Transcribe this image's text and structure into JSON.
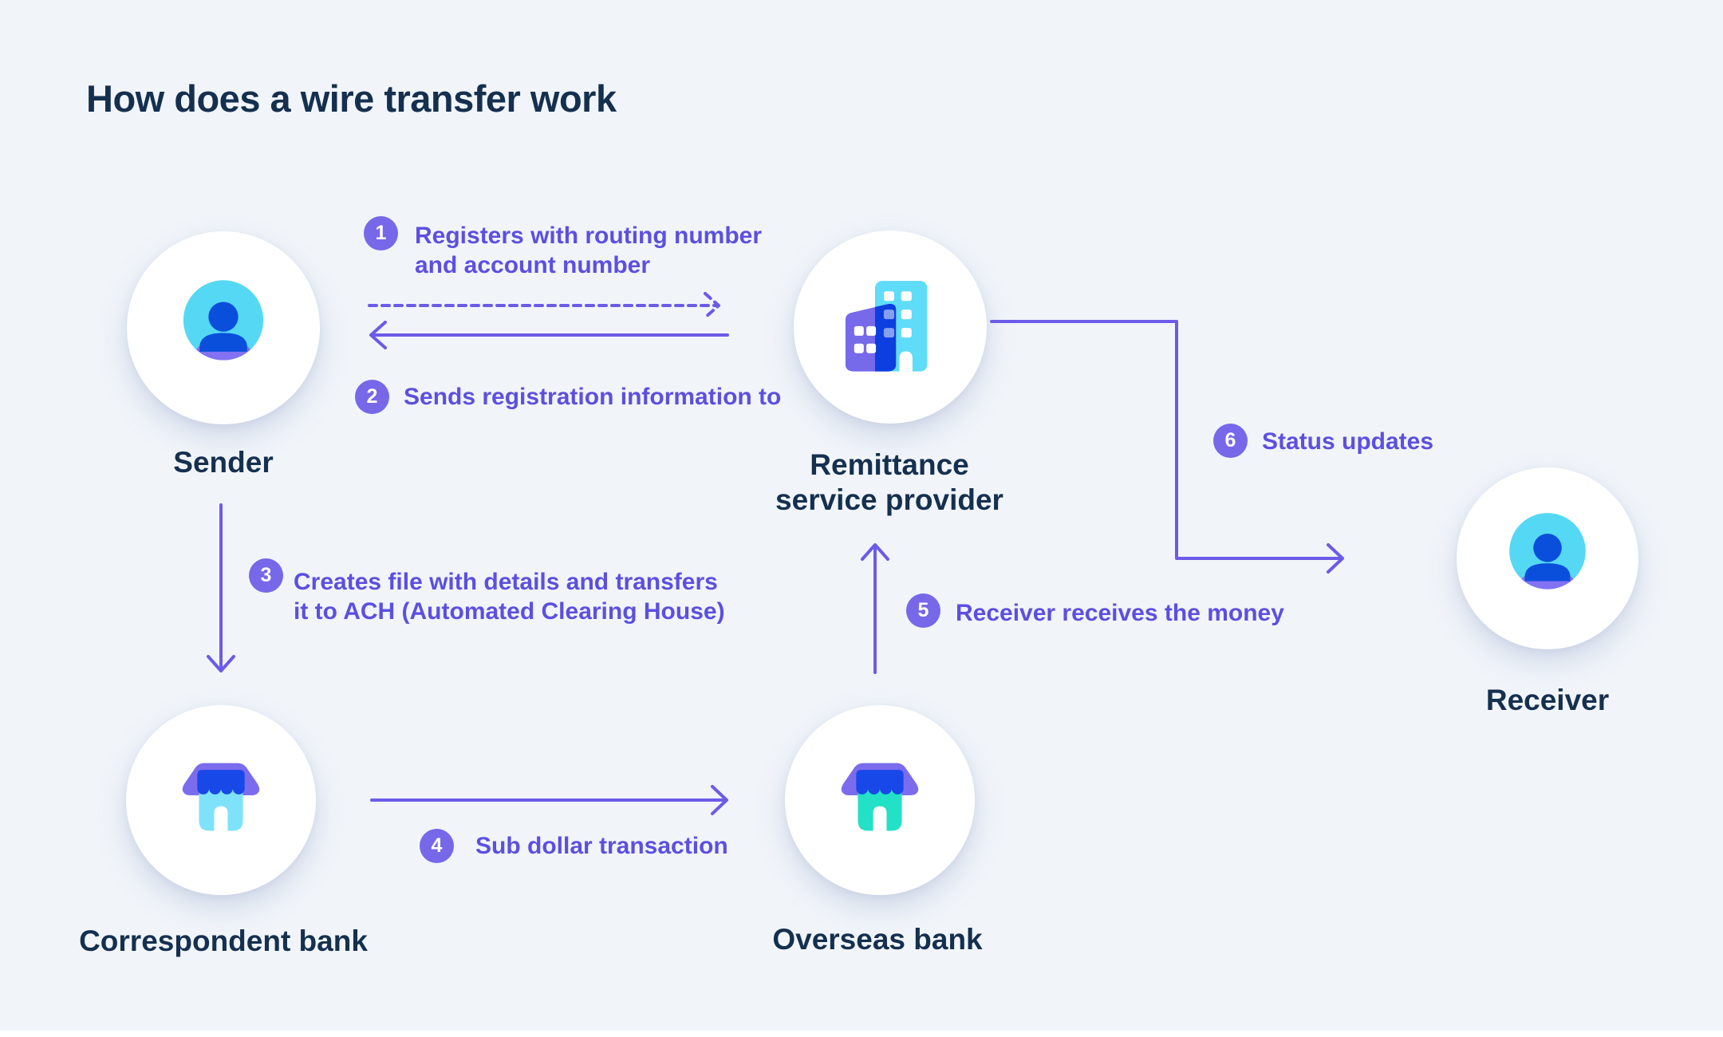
{
  "title": "How does a wire transfer work",
  "colors": {
    "background": "#F1F5FA",
    "heading_text": "#15304F",
    "arrow_purple": "#6B5BE8",
    "badge_purple": "#7668E8",
    "step_text_purple": "#5C4FE0",
    "icon_cyan": "#55D8F4",
    "icon_blue": "#0A4FDB",
    "icon_royal_blue": "#1848E8",
    "icon_teal": "#22E1C6",
    "icon_lavender": "#7B6CEE",
    "node_background": "#FFFFFF"
  },
  "nodes": [
    {
      "id": "sender",
      "icon": "person-icon",
      "lines": [
        "Sender"
      ]
    },
    {
      "id": "remittance",
      "icon": "buildings-icon",
      "lines": [
        "Remittance",
        "service provider"
      ]
    },
    {
      "id": "correspondent",
      "icon": "storefront-icon",
      "lines": [
        "Correspondent bank"
      ]
    },
    {
      "id": "overseas",
      "icon": "storefront-icon",
      "lines": [
        "Overseas bank"
      ]
    },
    {
      "id": "receiver",
      "icon": "person-icon",
      "lines": [
        "Receiver"
      ]
    }
  ],
  "steps": [
    {
      "number": "1",
      "lines": [
        "Registers with routing number",
        "and account number"
      ]
    },
    {
      "number": "2",
      "lines": [
        "Sends registration information to"
      ]
    },
    {
      "number": "3",
      "lines": [
        "Creates file with details and transfers",
        "it to ACH (Automated Clearing House)"
      ]
    },
    {
      "number": "4",
      "lines": [
        "Sub dollar transaction"
      ]
    },
    {
      "number": "5",
      "lines": [
        "Receiver receives the money"
      ]
    },
    {
      "number": "6",
      "lines": [
        "Status updates"
      ]
    }
  ]
}
